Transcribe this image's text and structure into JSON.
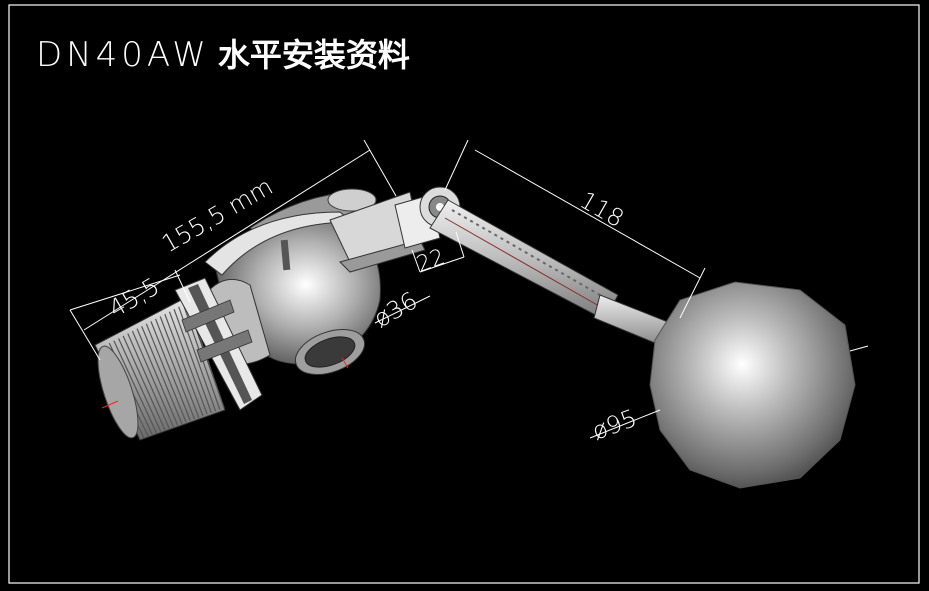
{
  "title": {
    "code": "DN40AW",
    "name": "水平安装资料"
  },
  "dimensions": {
    "overall_length": "155,5 mm",
    "thread_length": "45,5",
    "body_diameter": "ø36",
    "pivot_offset": "22",
    "arm_length": "118",
    "ball_diameter": "ø95"
  },
  "colors": {
    "background": "#000000",
    "frame": "#ffffff",
    "dimension_lines": "#ffffff",
    "center_marks": "#ff2020",
    "metal": "#c8c8c8"
  }
}
